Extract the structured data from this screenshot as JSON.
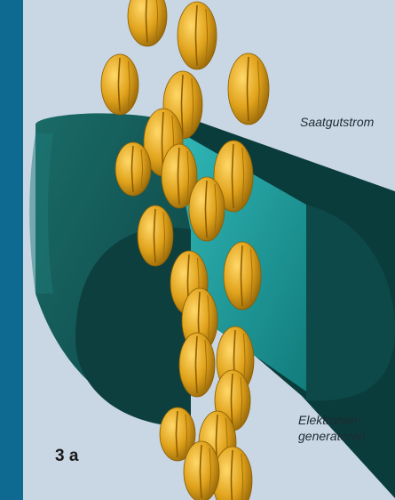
{
  "labels": {
    "seed_stream": "Saatgutstrom",
    "generators_line1": "Elektronen-",
    "generators_line2": "generatoren"
  },
  "figure": {
    "number": "3 a"
  },
  "colors": {
    "background": "#c9d6e4",
    "stripe": "#0f6a92",
    "cylinder_dark": "#0e4a49",
    "cylinder_side": "#145f5d",
    "channel": "#1fa3a3",
    "seed": "#e3a51f"
  },
  "icons": {
    "seed": "wheat-grain-icon",
    "generator": "electron-generator-cylinder-icon"
  }
}
